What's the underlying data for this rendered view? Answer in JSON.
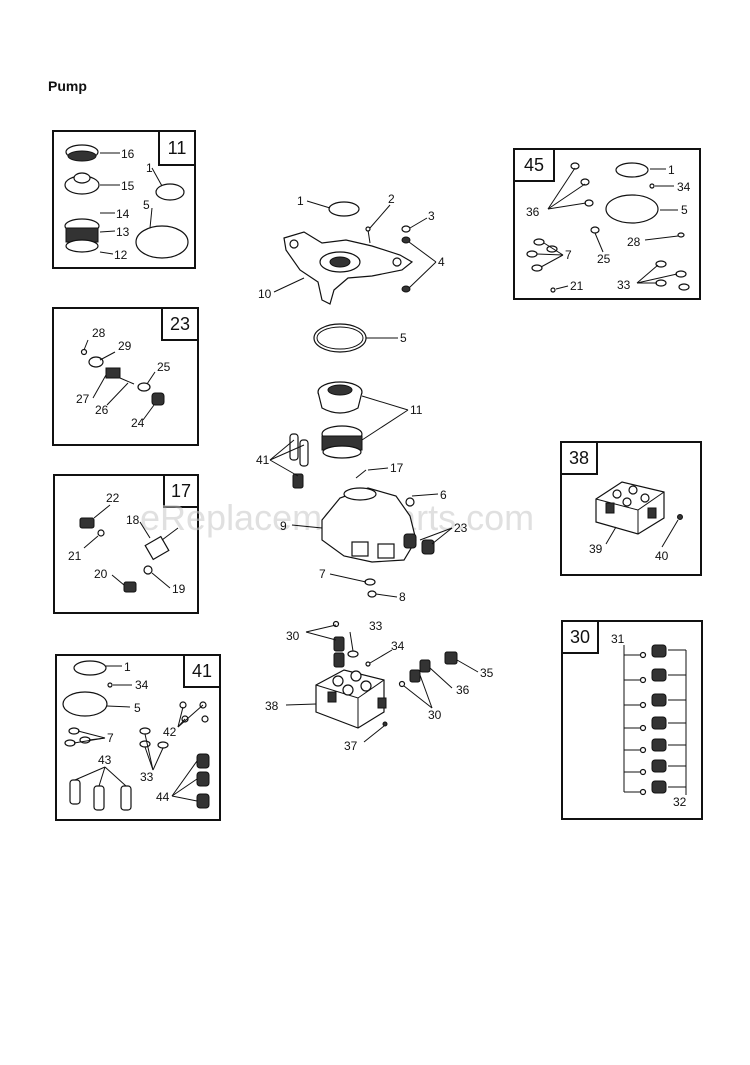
{
  "page_title": "Pump",
  "watermark": "eReplacementParts.com",
  "kits": [
    {
      "tag": "11"
    },
    {
      "tag": "23"
    },
    {
      "tag": "17"
    },
    {
      "tag": "41"
    },
    {
      "tag": "45"
    },
    {
      "tag": "38"
    },
    {
      "tag": "30"
    }
  ],
  "labels": {
    "k11": [
      "16",
      "15",
      "14",
      "13",
      "12",
      "1",
      "5"
    ],
    "k23": [
      "28",
      "29",
      "27",
      "26",
      "25",
      "24"
    ],
    "k17": [
      "22",
      "21",
      "18",
      "20",
      "19"
    ],
    "k41": [
      "1",
      "34",
      "5",
      "42",
      "7",
      "33",
      "43",
      "44"
    ],
    "k45": [
      "1",
      "34",
      "36",
      "5",
      "28",
      "25",
      "7",
      "33",
      "21"
    ],
    "k38": [
      "39",
      "40"
    ],
    "k30": [
      "31",
      "32"
    ],
    "main": [
      "1",
      "2",
      "3",
      "4",
      "10",
      "5",
      "11",
      "41",
      "17",
      "6",
      "9",
      "23",
      "7",
      "8",
      "30",
      "33",
      "34",
      "35",
      "36",
      "38",
      "30",
      "37"
    ]
  }
}
